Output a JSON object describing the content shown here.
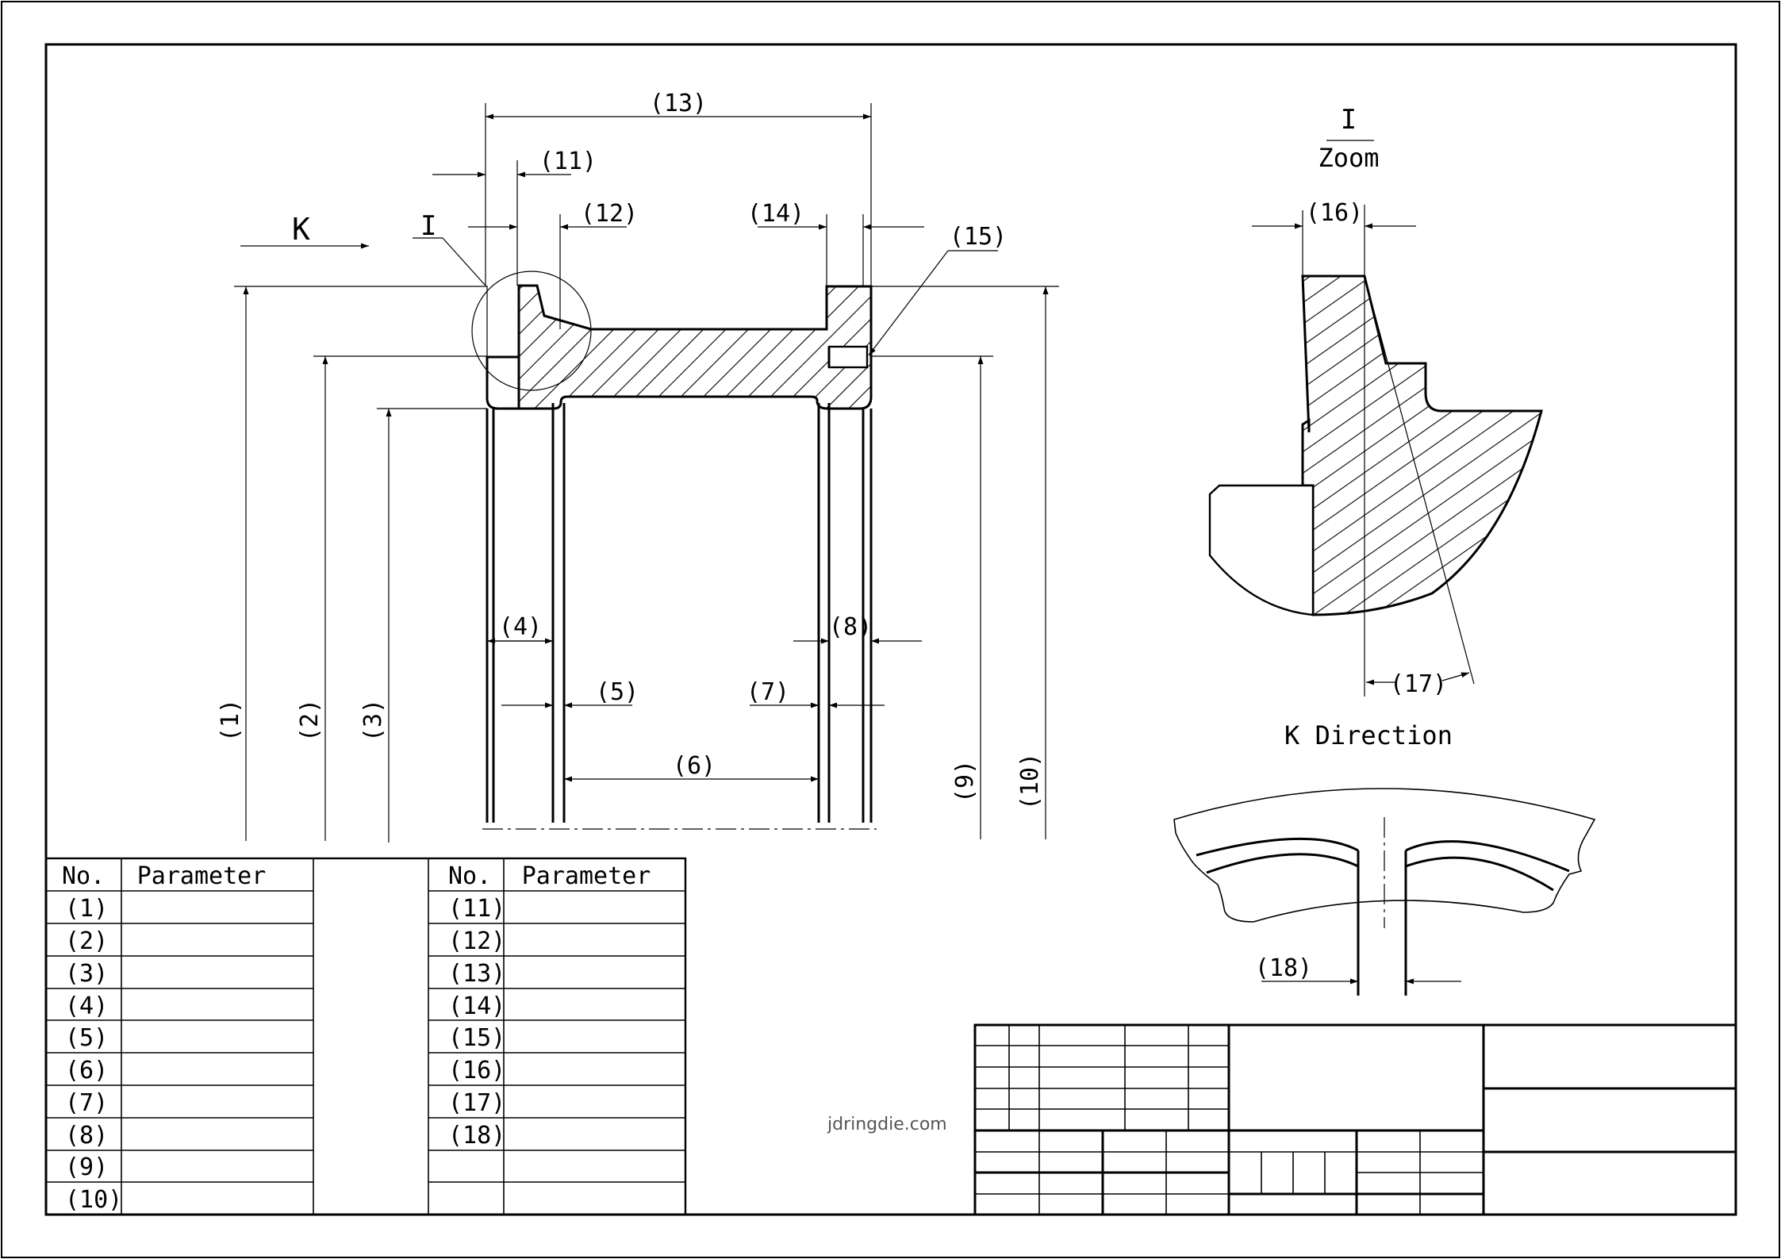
{
  "drawing": {
    "view_label_k": "K",
    "view_label_i": "I",
    "zoom_i": "I",
    "zoom_text": "Zoom",
    "k_direction_label": "K Direction",
    "watermark": "jdringdie.com"
  },
  "dimensions": [
    "(1)",
    "(2)",
    "(3)",
    "(4)",
    "(5)",
    "(6)",
    "(7)",
    "(8)",
    "(9)",
    "(10)",
    "(11)",
    "(12)",
    "(13)",
    "(14)",
    "(15)",
    "(16)",
    "(17)",
    "(18)"
  ],
  "table_left": {
    "header": {
      "no": "No.",
      "param": "Parameter"
    },
    "rows": [
      "(1)",
      "(2)",
      "(3)",
      "(4)",
      "(5)",
      "(6)",
      "(7)",
      "(8)",
      "(9)",
      "(10)"
    ]
  },
  "table_right": {
    "header": {
      "no": "No.",
      "param": "Parameter"
    },
    "rows": [
      "(11)",
      "(12)",
      "(13)",
      "(14)",
      "(15)",
      "(16)",
      "(17)",
      "(18)",
      "",
      ""
    ]
  }
}
